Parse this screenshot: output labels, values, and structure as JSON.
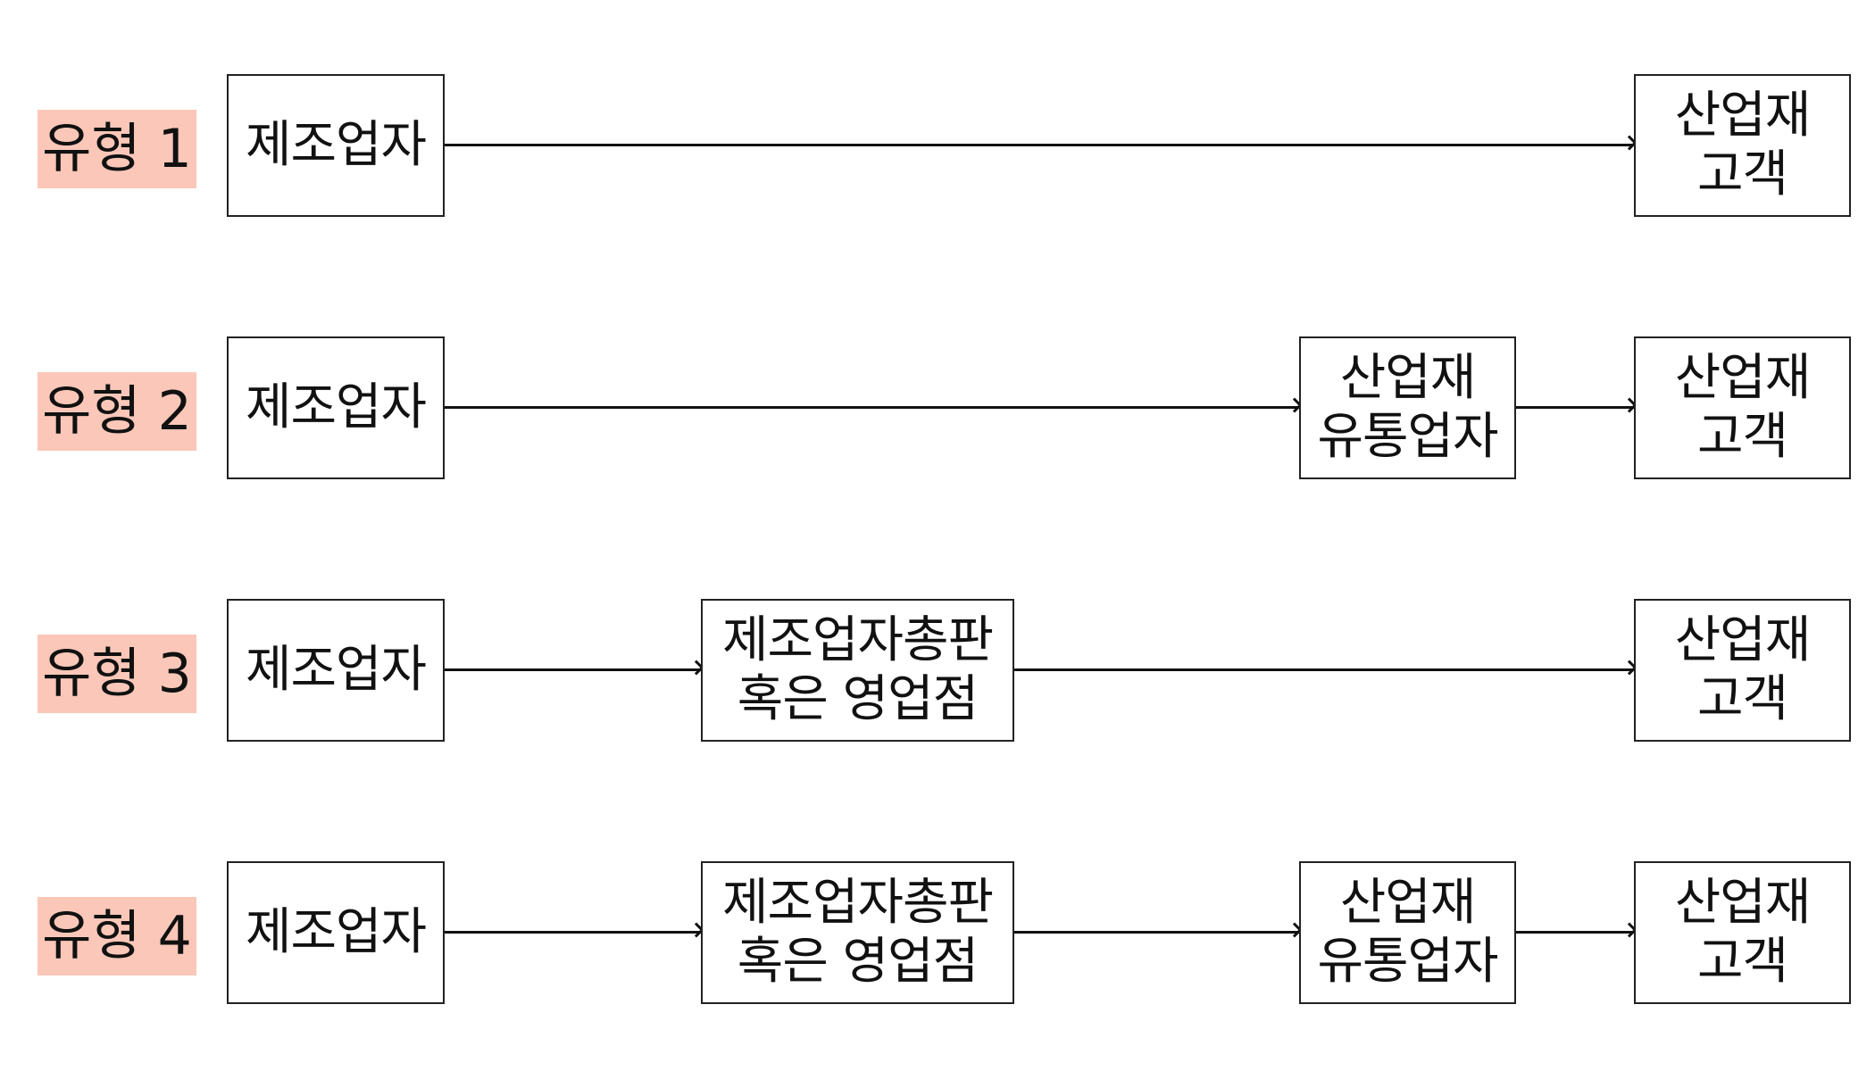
{
  "rows": [
    {
      "type_label": "유형 1",
      "manufacturer": "제조업자",
      "customer": "산업재\n고객"
    },
    {
      "type_label": "유형 2",
      "manufacturer": "제조업자",
      "distributor": "산업재\n유통업자",
      "customer": "산업재\n고객"
    },
    {
      "type_label": "유형 3",
      "manufacturer": "제조업자",
      "sales_office": "제조업자총판\n혹은 영업점",
      "customer": "산업재\n고객"
    },
    {
      "type_label": "유형 4",
      "manufacturer": "제조업자",
      "sales_office": "제조업자총판\n혹은 영업점",
      "distributor": "산업재\n유통업자",
      "customer": "산업재\n고객"
    }
  ],
  "colors": {
    "label_highlight": "#fac7b8",
    "line": "#111111"
  }
}
